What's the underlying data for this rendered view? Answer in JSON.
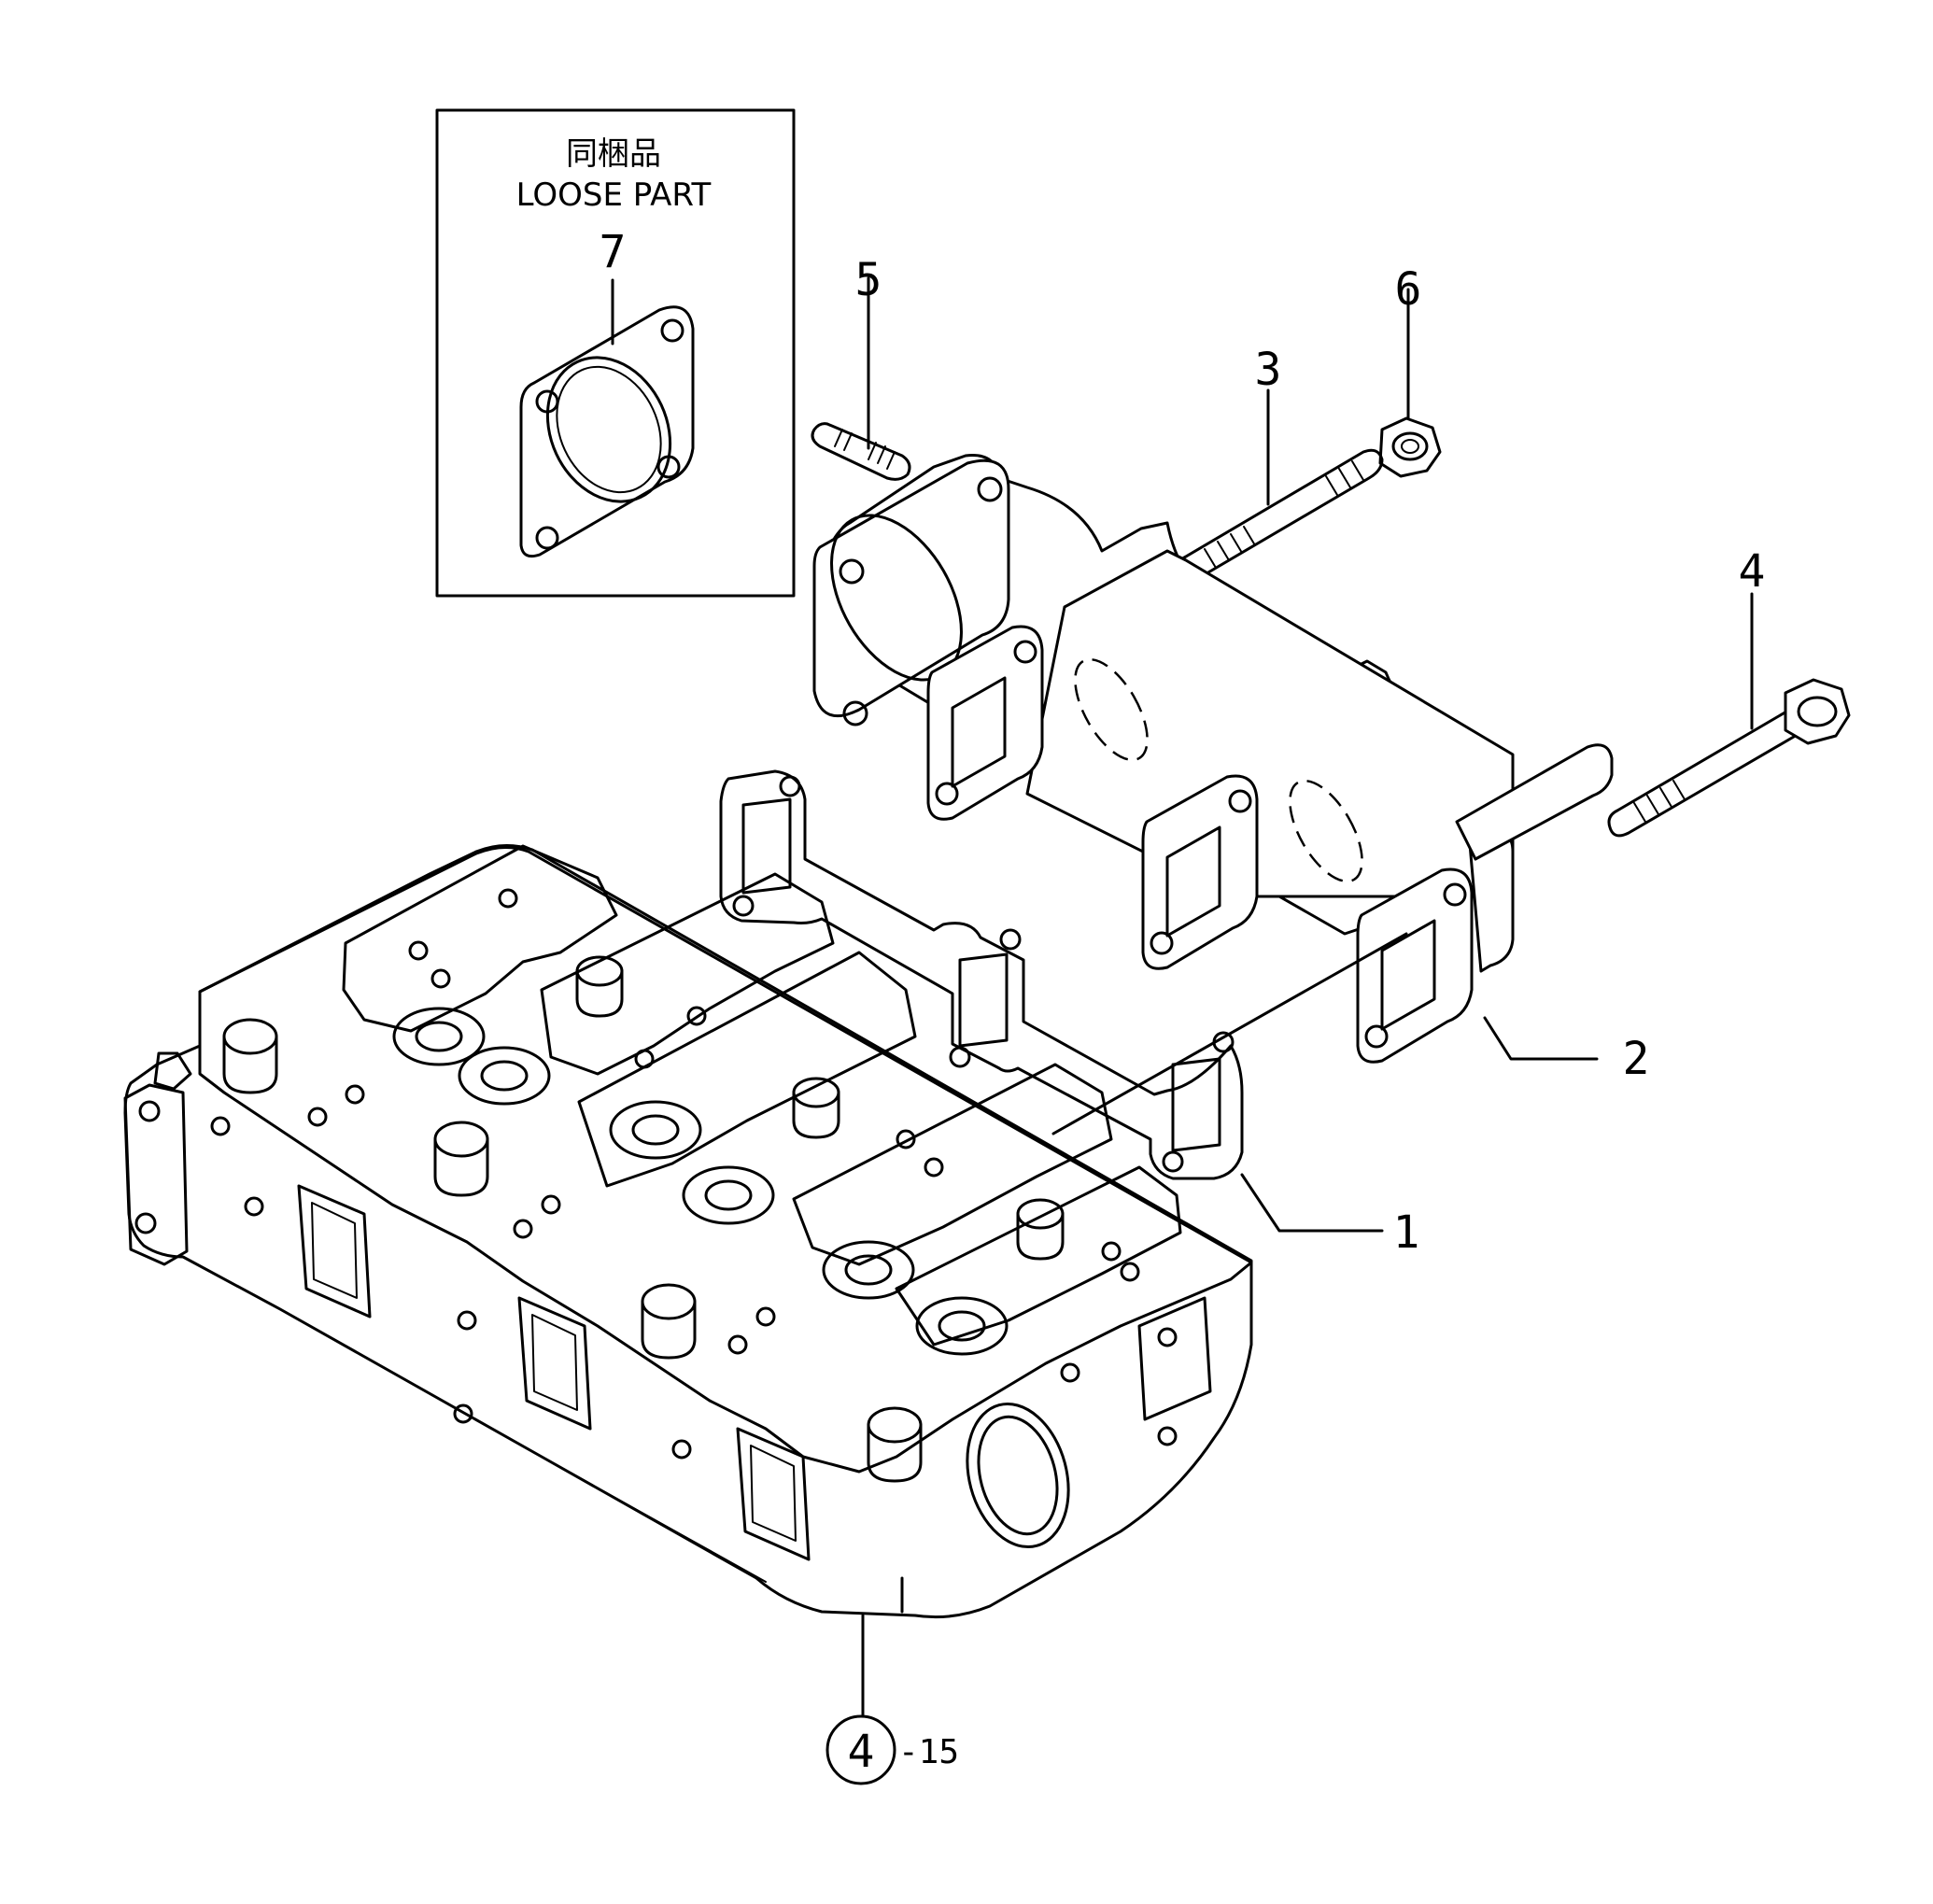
{
  "loose_part_box": {
    "title_jp": "同梱品",
    "title_en": "LOOSE PART"
  },
  "callouts": [
    {
      "id": "c1",
      "label": "1"
    },
    {
      "id": "c2",
      "label": "2"
    },
    {
      "id": "c3",
      "label": "3"
    },
    {
      "id": "c4",
      "label": "4"
    },
    {
      "id": "c5",
      "label": "5"
    },
    {
      "id": "c6",
      "label": "6"
    },
    {
      "id": "c7",
      "label": "7"
    }
  ],
  "reference": {
    "circle_number": "4",
    "suffix": "-15"
  }
}
